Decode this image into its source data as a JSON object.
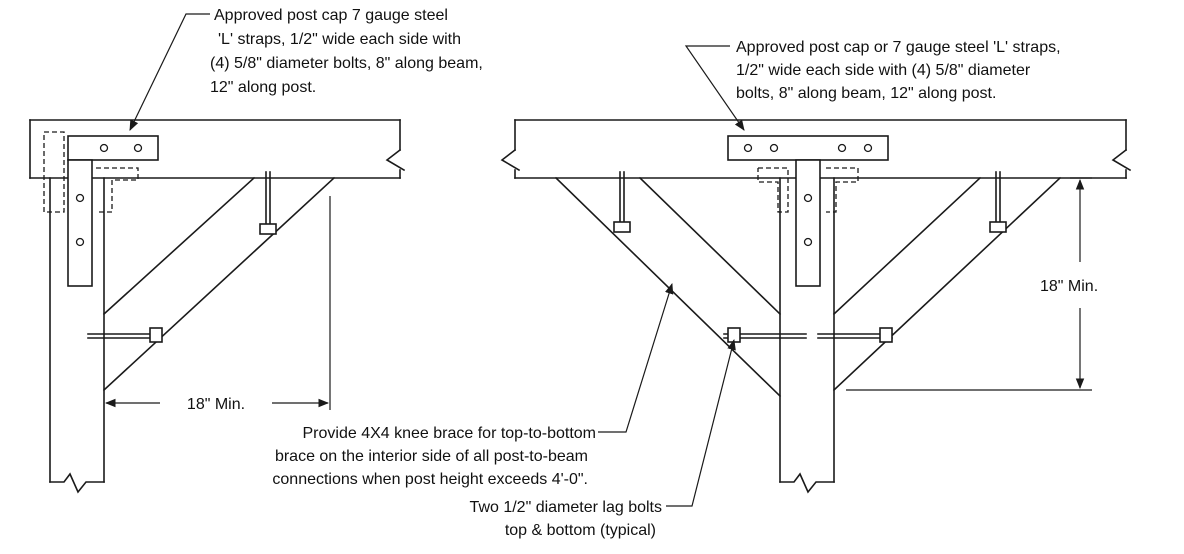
{
  "callouts": {
    "left_cap": [
      "Approved post cap 7 gauge steel",
      "'L' straps, 1/2\" wide each side with",
      "(4) 5/8\" diameter bolts, 8\" along beam,",
      "12\" along post."
    ],
    "right_cap": [
      "Approved post cap or 7 gauge steel  'L' straps,",
      "1/2\" wide each side with  (4) 5/8\" diameter",
      "bolts, 8\" along beam, 12\" along post."
    ],
    "knee_brace": [
      "Provide 4X4 knee brace for top-to-bottom",
      "brace on the interior side of all post-to-beam",
      "connections when post height exceeds 4'-0\"."
    ],
    "lag_bolts": [
      "Two 1/2\" diameter lag bolts",
      "top & bottom (typical)"
    ],
    "dim_horizontal": "18\" Min.",
    "dim_vertical": "18\" Min."
  }
}
